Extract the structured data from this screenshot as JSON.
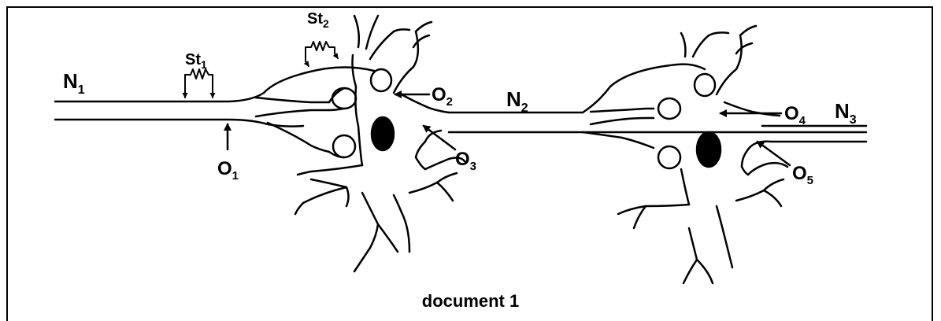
{
  "caption": "document 1",
  "labels": {
    "n1_main": "N",
    "n1_sub": "1",
    "n2_main": "N",
    "n2_sub": "2",
    "n3_main": "N",
    "n3_sub": "3",
    "st1_main": "St",
    "st1_sub": "1",
    "st2_main": "St",
    "st2_sub": "2",
    "o1_main": "O",
    "o1_sub": "1",
    "o2_main": "O",
    "o2_sub": "2",
    "o3_main": "O",
    "o3_sub": "3",
    "o4_main": "O",
    "o4_sub": "4",
    "o5_main": "O",
    "o5_sub": "5"
  }
}
